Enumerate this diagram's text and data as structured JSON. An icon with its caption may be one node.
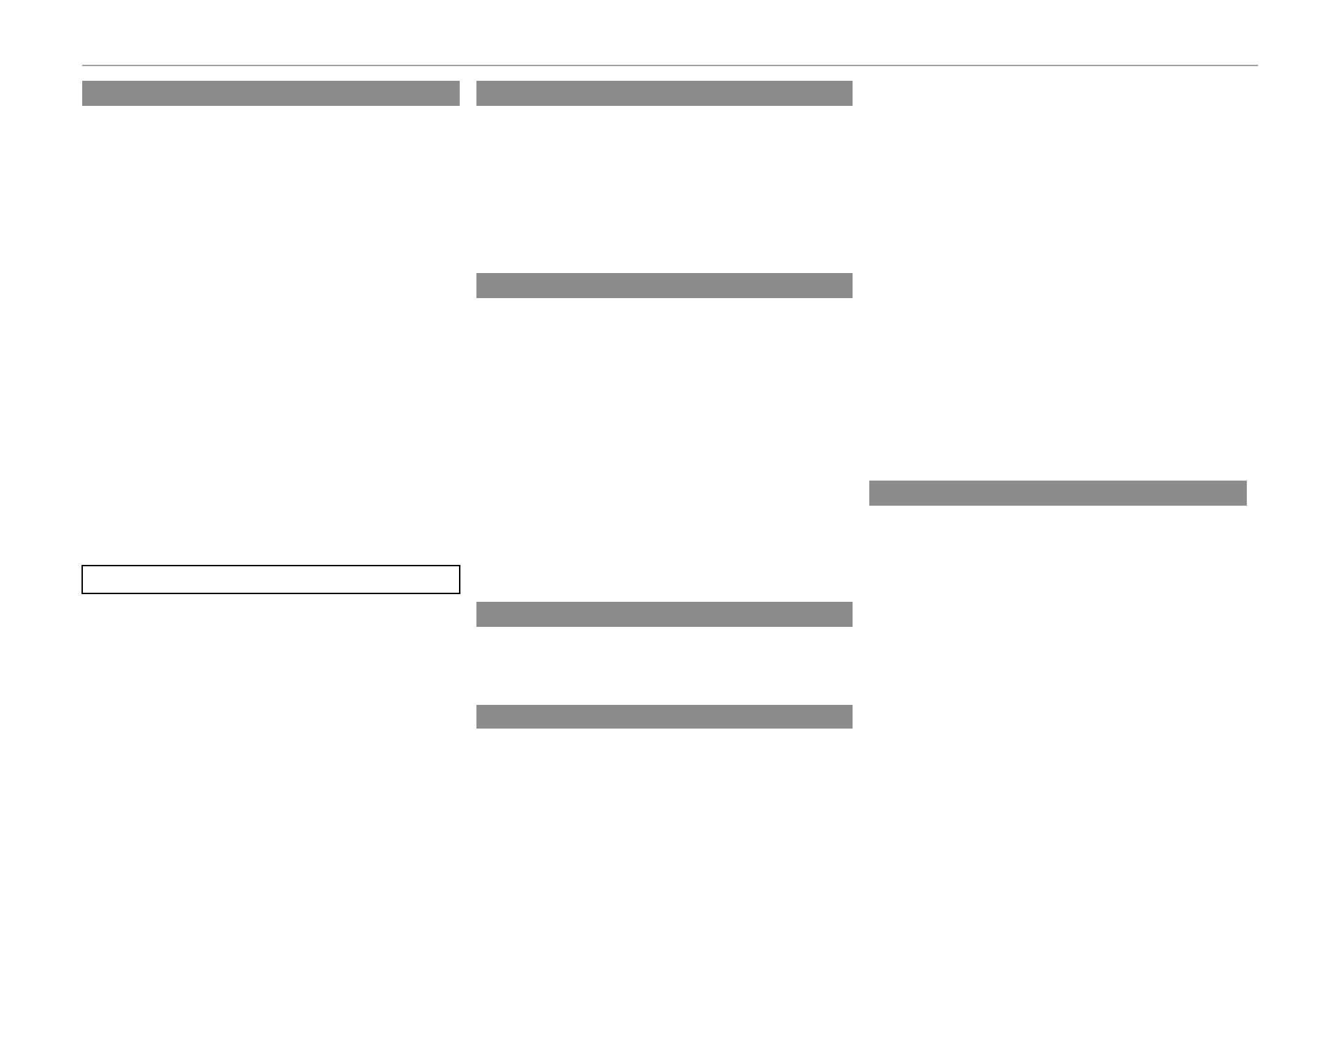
{
  "diagram": {
    "nodes": [
      {
        "text": [],
        "shape": "bar"
      },
      {
        "text": [],
        "shape": "box"
      },
      {
        "text": [],
        "shape": "bar"
      },
      {
        "text": [],
        "shape": "bar"
      },
      {
        "text": [],
        "shape": "bar"
      },
      {
        "text": [],
        "shape": "bar"
      },
      {
        "text": [],
        "shape": "bar"
      }
    ]
  }
}
